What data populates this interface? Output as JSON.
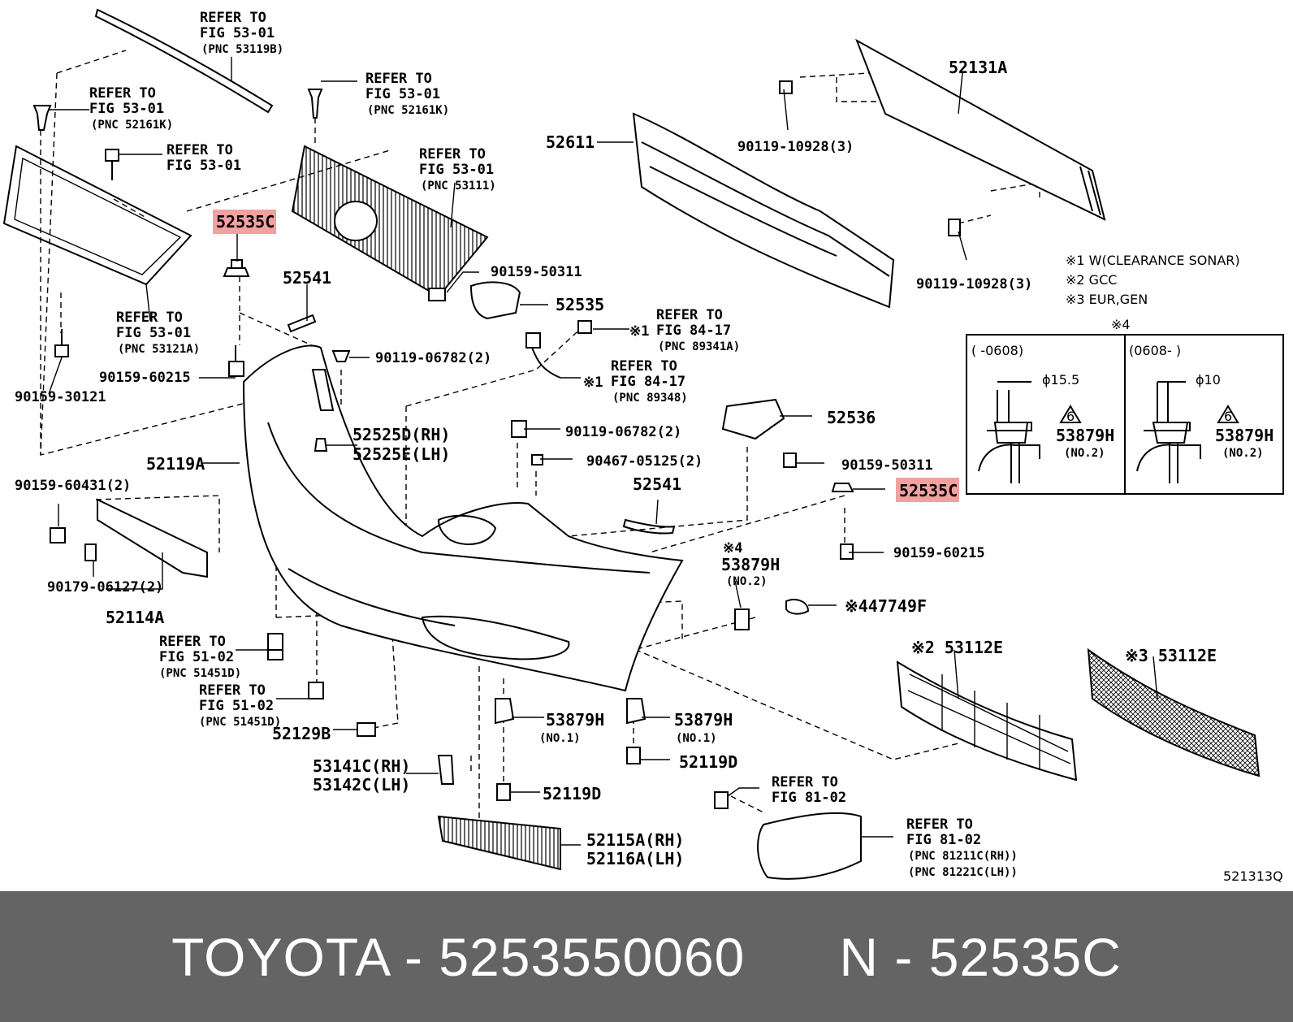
{
  "diagram": {
    "labels": {
      "ref_a1": "REFER TO",
      "ref_a2": "FIG 53-01",
      "ref_a3": "(PNC 53119B)",
      "ref_b1": "REFER TO",
      "ref_b2": "FIG 53-01",
      "ref_b3": "(PNC 52161K)",
      "ref_c1": "REFER TO",
      "ref_c2": "FIG 53-01",
      "ref_c3": "(PNC 52161K)",
      "ref_d1": "REFER TO",
      "ref_d2": "FIG 53-01",
      "ref_e1": "REFER TO",
      "ref_e2": "FIG 53-01",
      "ref_e3": "(PNC 53111)",
      "ref_f1": "REFER TO",
      "ref_f2": "FIG 53-01",
      "ref_f3": "(PNC 53121A)",
      "p52535c_top": "52535C",
      "p52541_top": "52541",
      "p90159_60215_left": "90159-60215",
      "p90159_30121": "90159-30121",
      "p90159_50311_top": "90159-50311",
      "p52535": "52535",
      "p90119_06782_a": "90119-06782(2)",
      "p52611": "52611",
      "p52131a": "52131A",
      "p90119_10928_a": "90119-10928(3)",
      "p90119_10928_b": "90119-10928(3)",
      "ref_g1": "REFER TO",
      "ref_g2": "FIG 84-17",
      "ref_g3": "(PNC 89341A)",
      "ref_g_mark": "※1",
      "ref_h1": "REFER TO",
      "ref_h2": "FIG 84-17",
      "ref_h3": "(PNC 89348)",
      "ref_h_mark": "※1",
      "p52525d": "52525D(RH)",
      "p52525e": "52525E(LH)",
      "p52119a": "52119A",
      "p90119_06782_b": "90119-06782(2)",
      "p90467": "90467-05125(2)",
      "p52536": "52536",
      "p90159_50311_b": "90159-50311",
      "p52535c_right": "52535C",
      "p52541_right": "52541",
      "p90159_60431": "90159-60431(2)",
      "p90179": "90179-06127(2)",
      "p52114a": "52114A",
      "p53879h_mid_mark": "※4",
      "p53879h_mid": "53879H",
      "p53879h_mid_no": "(NO.2)",
      "p90159_60215_right": "90159-60215",
      "p47749f": "※447749F",
      "ref_i1": "REFER TO",
      "ref_i2": "FIG 51-02",
      "ref_i3": "(PNC 51451D)",
      "ref_j1": "REFER TO",
      "ref_j2": "FIG 51-02",
      "ref_j3": "(PNC 51451D)",
      "p52129b": "52129B",
      "p53879h_no1_a": "53879H",
      "p53879h_no1_a_no": "(NO.1)",
      "p53879h_no1_b": "53879H",
      "p53879h_no1_b_no": "(NO.1)",
      "p52119d_a": "52119D",
      "p52119d_b": "52119D",
      "p53141c": "53141C(RH)",
      "p53142c": "53142C(LH)",
      "p52115a": "52115A(RH)",
      "p52116a": "52116A(LH)",
      "p53112e_a": "※2 53112E",
      "p53112e_b": "※3 53112E",
      "ref_k1": "REFER TO",
      "ref_k2": "FIG 81-02",
      "ref_l1": "REFER TO",
      "ref_l2": "FIG 81-02",
      "ref_l3": "(PNC 81211C(RH))",
      "ref_l4": "(PNC 81221C(LH))",
      "note1": "※1 W(CLEARANCE SONAR)",
      "note2": "※2 GCC",
      "note3": "※3 EUR,GEN",
      "inset_mark": "※4",
      "inset_left_head": "(      -0608)",
      "inset_right_head": "(0608-      )",
      "inset_left_dia": "ϕ15.5",
      "inset_right_dia": "ϕ10",
      "inset_left_pn": "53879H",
      "inset_left_no": "(NO.2)",
      "inset_right_pn": "53879H",
      "inset_right_no": "(NO.2)",
      "warn_num": "6",
      "code": "521313Q"
    }
  },
  "footer": {
    "text": "TOYOTA - 5253550060      N - 52535C"
  },
  "colors": {
    "highlight": "#f2a0a0",
    "footer_bg": "#646464",
    "footer_text": "#ffffff"
  }
}
